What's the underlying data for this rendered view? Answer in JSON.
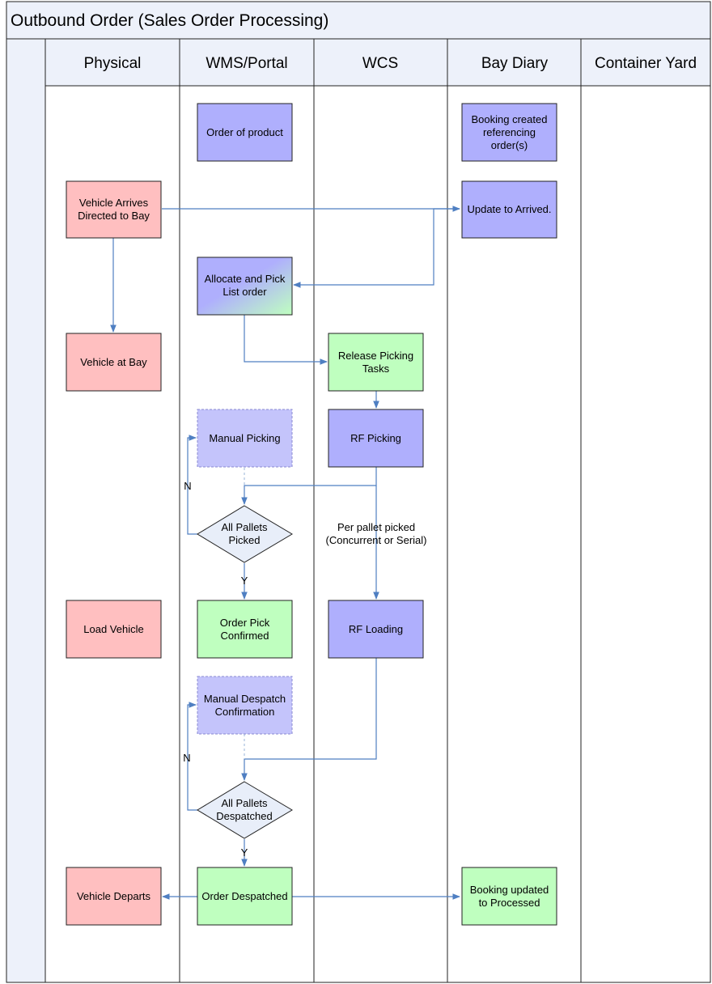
{
  "title": "Outbound Order (Sales Order Processing)",
  "lanes": [
    "Physical",
    "WMS/Portal",
    "WCS",
    "Bay Diary",
    "Container Yard"
  ],
  "nodes": {
    "order_of_product": [
      "Order of product"
    ],
    "booking_created": [
      "Booking created",
      "referencing",
      "order(s)"
    ],
    "vehicle_arrives": [
      "Vehicle Arrives",
      "Directed to Bay"
    ],
    "update_arrived": [
      "Update to Arrived."
    ],
    "allocate_pick": [
      "Allocate and Pick",
      "List order"
    ],
    "vehicle_at_bay": [
      "Vehicle at Bay"
    ],
    "release_picking": [
      "Release Picking",
      "Tasks"
    ],
    "manual_picking": [
      "Manual Picking"
    ],
    "rf_picking": [
      "RF Picking"
    ],
    "all_pallets_picked": [
      "All Pallets",
      "Picked"
    ],
    "load_vehicle": [
      "Load Vehicle"
    ],
    "order_pick_confirmed": [
      "Order Pick",
      "Confirmed"
    ],
    "rf_loading": [
      "RF Loading"
    ],
    "manual_despatch": [
      "Manual Despatch",
      "Confirmation"
    ],
    "all_pallets_despatched": [
      "All Pallets",
      "Despatched"
    ],
    "vehicle_departs": [
      "Vehicle Departs"
    ],
    "order_despatched": [
      "Order Despatched"
    ],
    "booking_processed": [
      "Booking updated",
      "to Processed"
    ]
  },
  "edge_labels": {
    "per_pallet": [
      "Per pallet picked",
      "(Concurrent or Serial)"
    ],
    "no_1": "N",
    "yes_1": "Y",
    "no_2": "N",
    "yes_2": "Y"
  },
  "colors": {
    "red_fill": "#ffbfc0",
    "purple_fill": "#afaffd",
    "green_fill": "#bfffbf",
    "diamond_fill": "#e8eef9",
    "lane_header": "#edf1fa",
    "edge": "#4f7fc2"
  }
}
